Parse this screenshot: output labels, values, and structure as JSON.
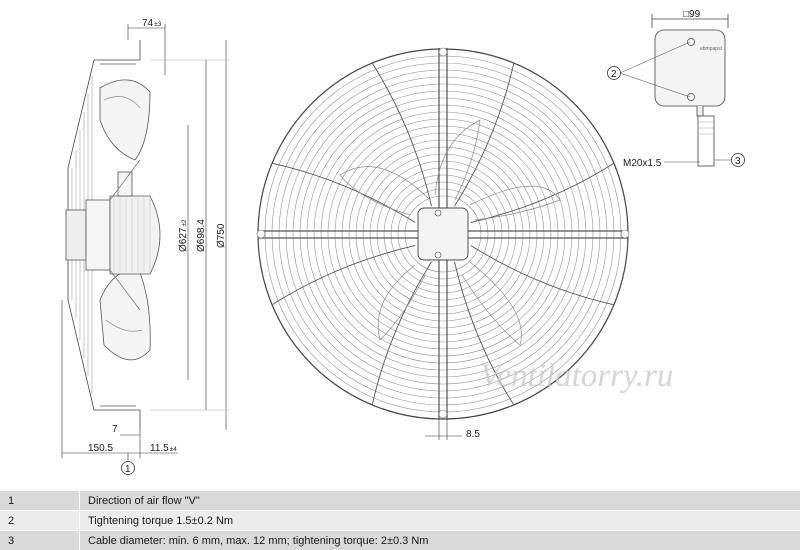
{
  "dimensions": {
    "depth_74": "74",
    "depth_74_tol": "±3",
    "dia_627": "Ø627",
    "dia_627_tol": "±2",
    "dia_698": "Ø698.4",
    "dia_750": "Ø750",
    "len_7": "7",
    "len_150": "150.5",
    "len_11": "11.5",
    "len_11_tol": "±4",
    "grid_8_5": "8.5",
    "box_99": "□99",
    "cable_gland": "M20x1.5"
  },
  "callouts": {
    "c1": "1",
    "c2": "2",
    "c3": "3"
  },
  "terminal_box_logo": "ebmpapst",
  "watermark": "Ventilatorry.ru",
  "legend": [
    {
      "num": "1",
      "text": "Direction of air flow \"V\""
    },
    {
      "num": "2",
      "text": "Tightening torque 1.5±0.2 Nm"
    },
    {
      "num": "3",
      "text": "Cable diameter: min. 6 mm, max. 12 mm; tightening torque: 2±0.3 Nm"
    }
  ]
}
